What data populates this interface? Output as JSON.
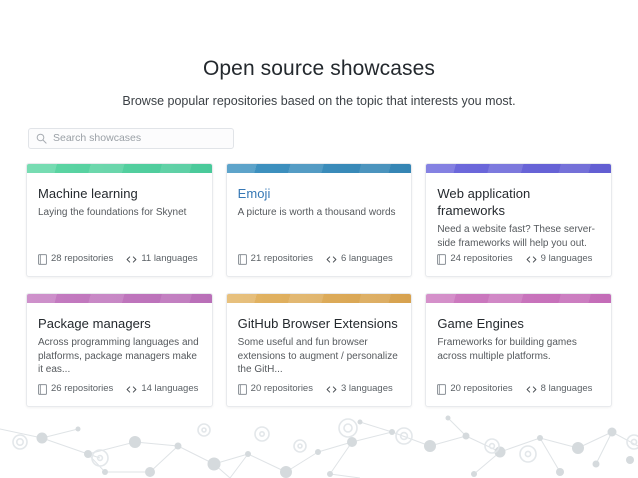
{
  "header": {
    "title": "Open source showcases",
    "subtitle": "Browse popular repositories based on the topic that interests you most."
  },
  "search": {
    "placeholder": "Search showcases",
    "value": "",
    "icon": "search-icon"
  },
  "meta_icons": {
    "repositories": "repo-icon",
    "languages": "code-icon"
  },
  "colors": {
    "page_background": "#ffffff",
    "title_text": "#24292e",
    "link_text": "#3778b5",
    "card_border": "#e8eaed",
    "muted_text": "#5b6166",
    "network_graphic": "#dde1e4"
  },
  "cards": [
    {
      "title": "Machine learning",
      "title_is_link": false,
      "description": "Laying the foundations for Skynet",
      "repositories": "28 repositories",
      "languages": "11 languages",
      "banner_color_start": "#5ed6a4",
      "banner_color_end": "#49c99a"
    },
    {
      "title": "Emoji",
      "title_is_link": true,
      "description": "A picture is worth a thousand words",
      "repositories": "21 repositories",
      "languages": "6 languages",
      "banner_color_start": "#3f93c1",
      "banner_color_end": "#3585b4"
    },
    {
      "title": "Web application frameworks",
      "title_is_link": false,
      "description": "Need a website fast? These server-side frameworks will help you out.",
      "repositories": "24 repositories",
      "languages": "9 languages",
      "banner_color_start": "#6e6add",
      "banner_color_end": "#625ed2"
    },
    {
      "title": "Package managers",
      "title_is_link": false,
      "description": "Across programming languages and platforms, package managers make it eas...",
      "repositories": "26 repositories",
      "languages": "14 languages",
      "banner_color_start": "#c57cc1",
      "banner_color_end": "#b96fb8"
    },
    {
      "title": "GitHub Browser Extensions",
      "title_is_link": false,
      "description": "Some useful and fun browser extensions to augment / personalize the GitH...",
      "repositories": "20 repositories",
      "languages": "3 languages",
      "banner_color_start": "#e3b565",
      "banner_color_end": "#d7a24f"
    },
    {
      "title": "Game Engines",
      "title_is_link": false,
      "description": "Frameworks for building games across multiple platforms.",
      "repositories": "20 repositories",
      "languages": "8 languages",
      "banner_color_start": "#cd7cc0",
      "banner_color_end": "#c46cb8"
    }
  ]
}
